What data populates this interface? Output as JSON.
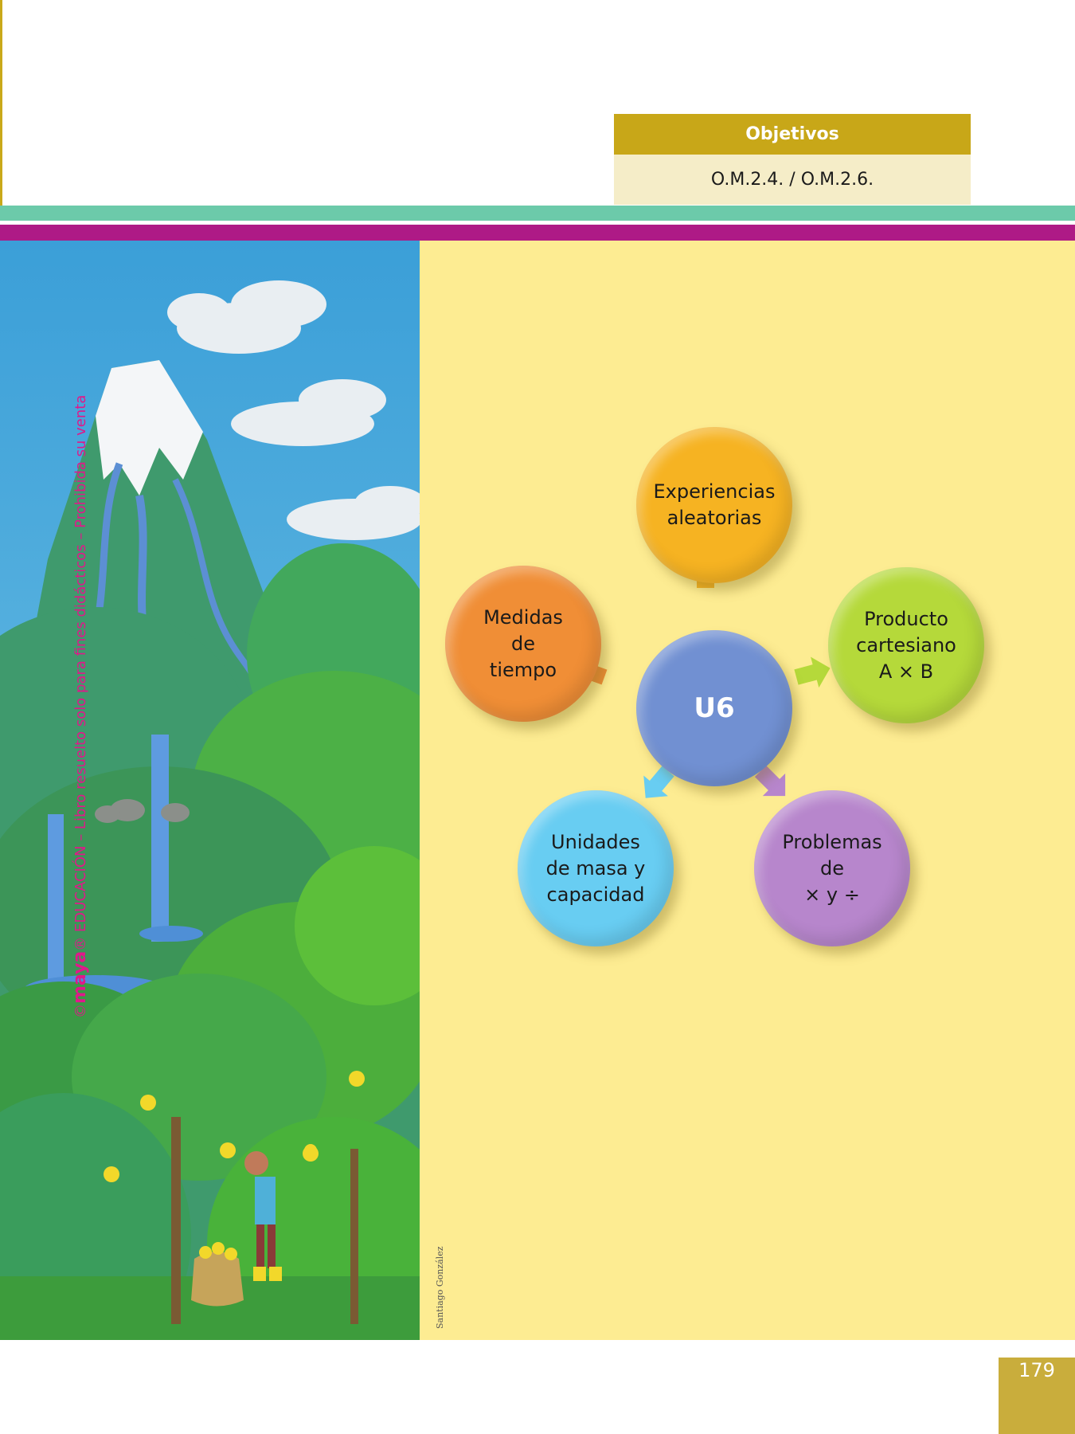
{
  "objectives": {
    "title": "Objetivos",
    "codes": "O.M.2.4. / O.M.2.6."
  },
  "watermark": {
    "copyright": "©",
    "brand": "maya",
    "text": "® EDUCACIÓN – Libro resuelto solo para fines didácticos  – Prohibida su venta"
  },
  "credit": "Santiago González",
  "concept_map": {
    "center": "U6",
    "nodes": [
      {
        "id": "experiencias",
        "label": "Experiencias\naleatorias",
        "color": "#f6b322"
      },
      {
        "id": "medidas",
        "label": "Medidas\nde\ntiempo",
        "color": "#f08e36"
      },
      {
        "id": "producto",
        "label": "Producto\ncartesiano\nA × B",
        "color": "#b5d93a"
      },
      {
        "id": "unidades",
        "label": "Unidades\nde masa y\ncapacidad",
        "color": "#68cdf2"
      },
      {
        "id": "problemas",
        "label": "Problemas\nde\n× y ÷",
        "color": "#b786cc"
      }
    ],
    "center_color": "#7190d2"
  },
  "page_number": "179",
  "colors": {
    "gold": "#c8a718",
    "teal": "#6ccaaa",
    "magenta": "#ae1a86",
    "panel": "#fdec92"
  }
}
